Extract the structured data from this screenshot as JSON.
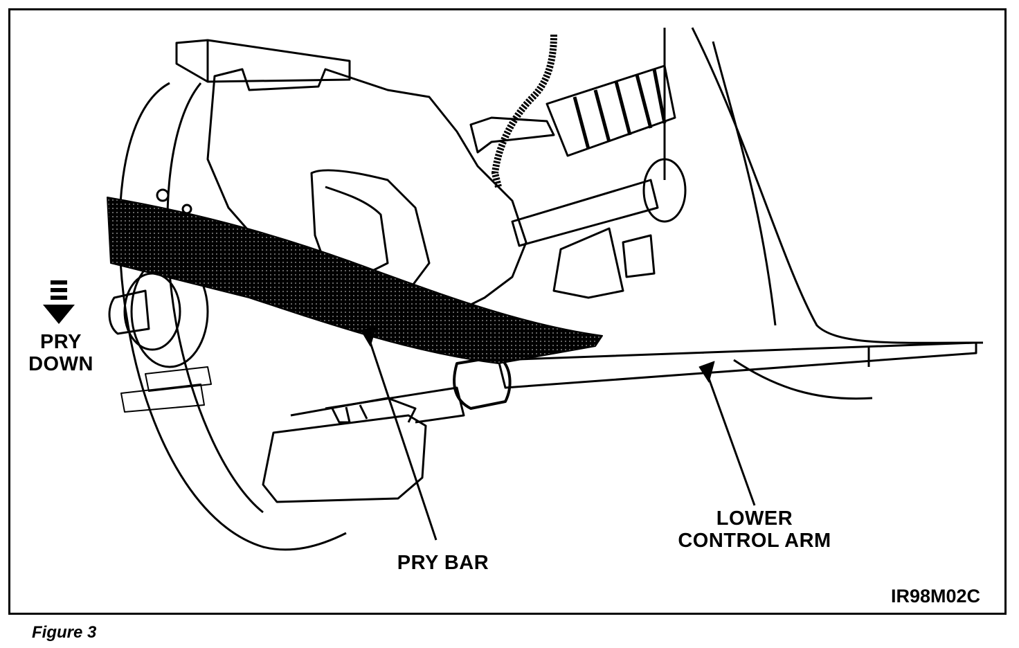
{
  "figure": {
    "caption": "Figure 3",
    "id_code": "IR98M02C"
  },
  "labels": {
    "pry_down_line1": "PRY",
    "pry_down_line2": "DOWN",
    "pry_bar": "PRY BAR",
    "lower_control_arm_line1": "LOWER",
    "lower_control_arm_line2": "CONTROL ARM"
  },
  "colors": {
    "ink": "#000000",
    "paper": "#ffffff"
  },
  "icons": {
    "direction": "dashed-down-arrow-icon"
  }
}
